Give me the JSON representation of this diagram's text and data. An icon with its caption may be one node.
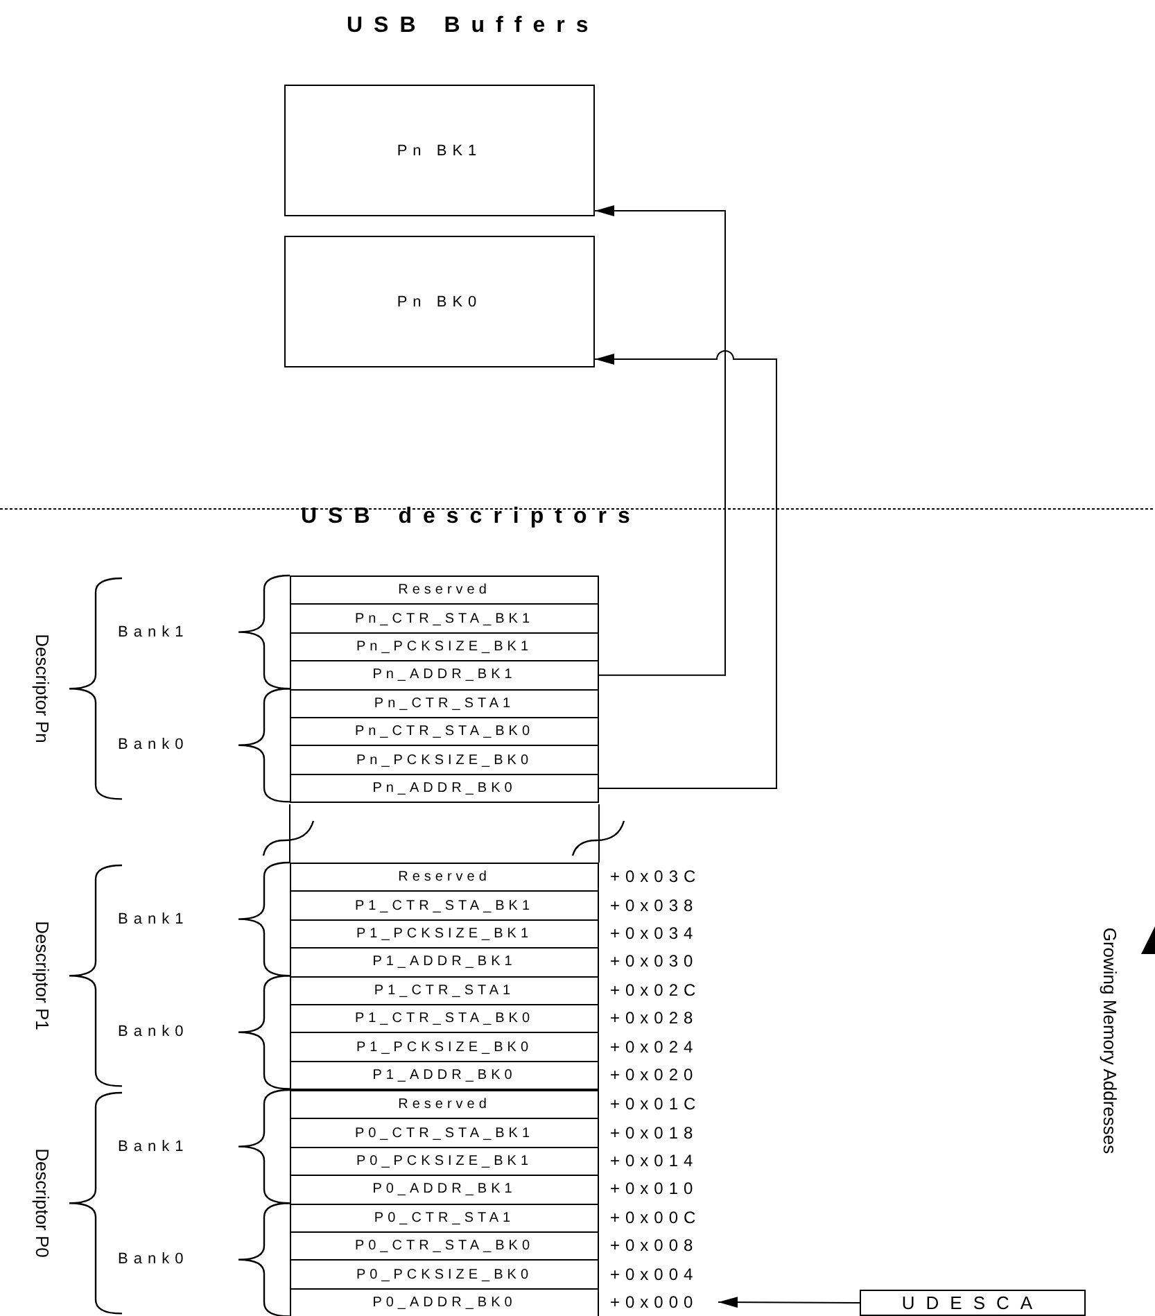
{
  "diagram": {
    "nodes": [
      {
        "text": [
          "Pn BK1"
        ]
      },
      {
        "text": [
          "Pn BK0"
        ]
      },
      {
        "text": [
          "Reserved"
        ]
      },
      {
        "text": [
          "Pn_CTR_STA_BK1"
        ]
      },
      {
        "text": [
          "Pn_PCKSIZE_BK1"
        ]
      },
      {
        "text": [
          "Pn_ADDR_BK1"
        ]
      },
      {
        "text": [
          "Pn_CTR_STA1"
        ]
      },
      {
        "text": [
          "Pn_CTR_STA_BK0"
        ]
      },
      {
        "text": [
          "Pn_PCKSIZE_BK0"
        ]
      },
      {
        "text": [
          "Pn_ADDR_BK0"
        ]
      },
      {
        "text": [
          "Reserved"
        ]
      },
      {
        "text": [
          "P1_CTR_STA_BK1"
        ]
      },
      {
        "text": [
          "P1_PCKSIZE_BK1"
        ]
      },
      {
        "text": [
          "P1_ADDR_BK1"
        ]
      },
      {
        "text": [
          "P1_CTR_STA1"
        ]
      },
      {
        "text": [
          "P1_CTR_STA_BK0"
        ]
      },
      {
        "text": [
          "P1_PCKSIZE_BK0"
        ]
      },
      {
        "text": [
          "P1_ADDR_BK0"
        ]
      },
      {
        "text": [
          "Reserved"
        ]
      },
      {
        "text": [
          "P0_CTR_STA_BK1"
        ]
      },
      {
        "text": [
          "P0_PCKSIZE_BK1"
        ]
      },
      {
        "text": [
          "P0_ADDR_BK1"
        ]
      },
      {
        "text": [
          "P0_CTR_STA1"
        ]
      },
      {
        "text": [
          "P0_CTR_STA_BK0"
        ]
      },
      {
        "text": [
          "P0_PCKSIZE_BK0"
        ]
      },
      {
        "text": [
          "P0_ADDR_BK0"
        ]
      },
      {
        "text": [
          "+0x000"
        ]
      },
      {
        "text": [
          "UDESCA"
        ]
      }
    ],
    "edges": [
      {
        "from": 5,
        "to": 0,
        "arrow": "to"
      },
      {
        "from": 9,
        "to": 1,
        "arrow": "to"
      },
      {
        "from": 27,
        "to": 26,
        "arrow": "to"
      }
    ],
    "labels": [
      "USB Buffers",
      "USB descriptors",
      "Descriptor Pn",
      "Bank1",
      "Bank0",
      "Descriptor P1",
      "Bank1",
      "Bank0",
      "Descriptor P0",
      "Bank1",
      "Bank0",
      "+0x03C",
      "+0x038",
      "+0x034",
      "+0x030",
      "+0x02C",
      "+0x028",
      "+0x024",
      "+0x020",
      "+0x01C",
      "+0x018",
      "+0x014",
      "+0x010",
      "+0x00C",
      "+0x008",
      "+0x004",
      "Growing Memory Addresses"
    ]
  }
}
